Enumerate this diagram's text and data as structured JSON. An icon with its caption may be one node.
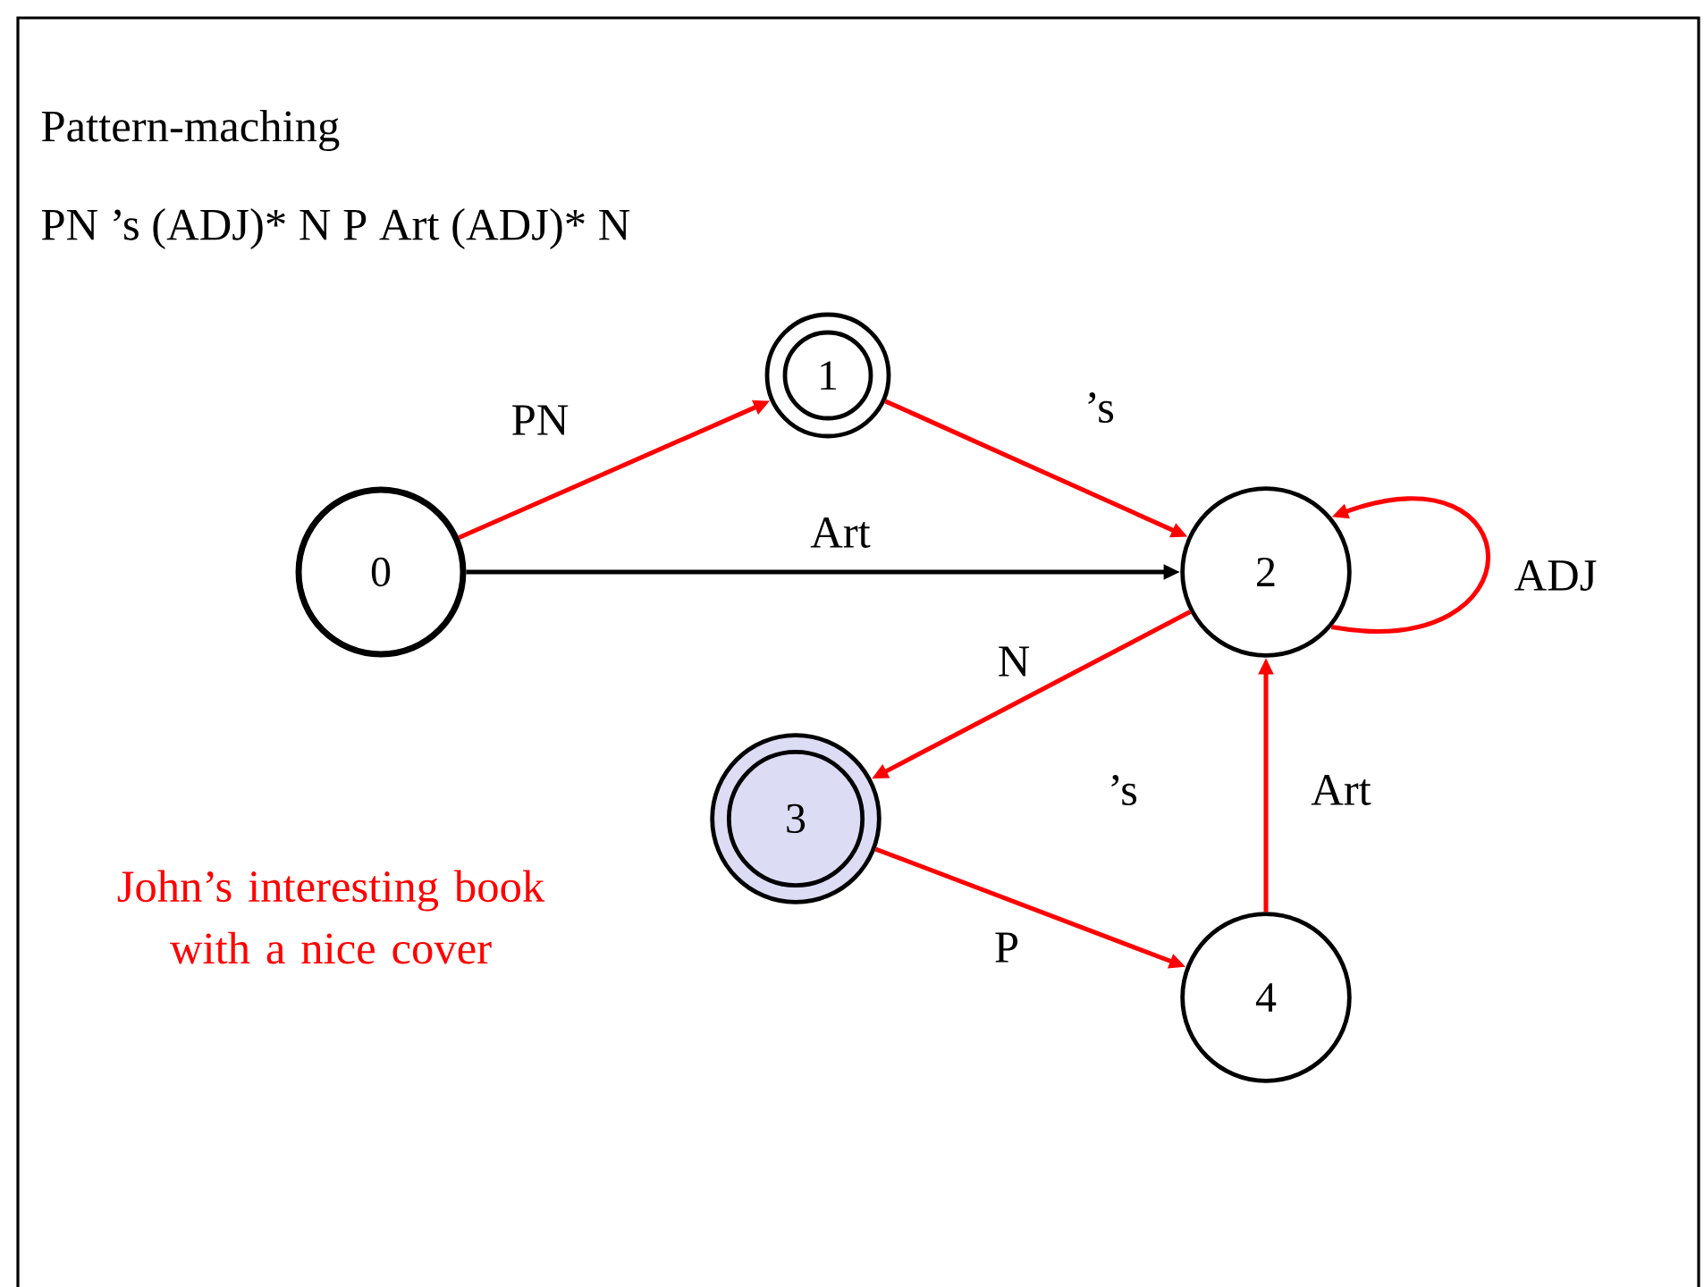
{
  "diagram": {
    "title": "Pattern-maching",
    "nodes": [
      {
        "text": [
          "0"
        ]
      },
      {
        "text": [
          "1"
        ]
      },
      {
        "text": [
          "2"
        ]
      },
      {
        "text": [
          "3"
        ]
      },
      {
        "text": [
          "4"
        ]
      }
    ],
    "edges": [
      {
        "from": 0,
        "to": 1,
        "arrow": "to",
        "label": "PN"
      },
      {
        "from": 1,
        "to": 2,
        "arrow": "to",
        "label": "’s"
      },
      {
        "from": 0,
        "to": 2,
        "arrow": "to",
        "label": "Art",
        "color": "#000000"
      },
      {
        "from": 2,
        "to": 2,
        "arrow": "to",
        "label": "ADJ"
      },
      {
        "from": 2,
        "to": 3,
        "arrow": "to",
        "label": "N"
      },
      {
        "from": 3,
        "to": 4,
        "arrow": "to",
        "label": "P"
      },
      {
        "from": 4,
        "to": 2,
        "arrow": "to",
        "label": "Art"
      }
    ],
    "labels": [
      "PN ’s (ADJ)* N P Art (ADJ)* N",
      "’s",
      "John’s interesting book with a nice cover"
    ]
  }
}
